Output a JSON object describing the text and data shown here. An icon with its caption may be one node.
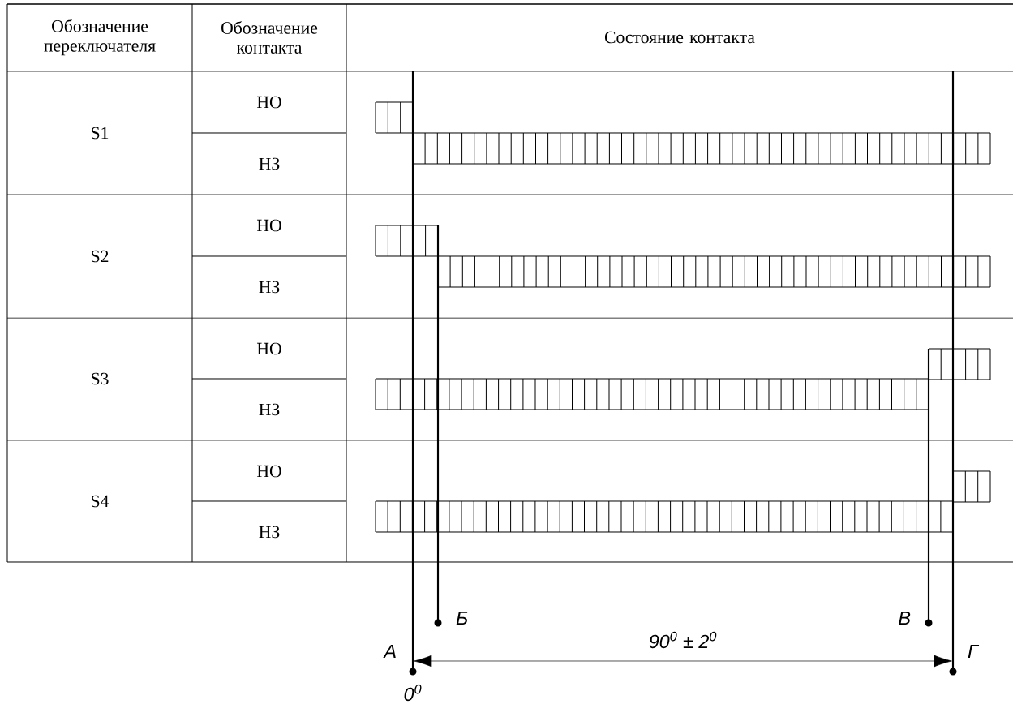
{
  "diagram": {
    "labels": [
      "Обозначение переключателя",
      "Обозначение контакта",
      "Состояние контакта",
      "S1",
      "НО",
      "НЗ",
      "S2",
      "НО",
      "НЗ",
      "S3",
      "НО",
      "НЗ",
      "S4",
      "НО",
      "НЗ",
      "Б",
      "В",
      "А",
      "90$^{0}$ ± 2$^{0}$",
      "Г",
      "0$^{0}$"
    ]
  }
}
